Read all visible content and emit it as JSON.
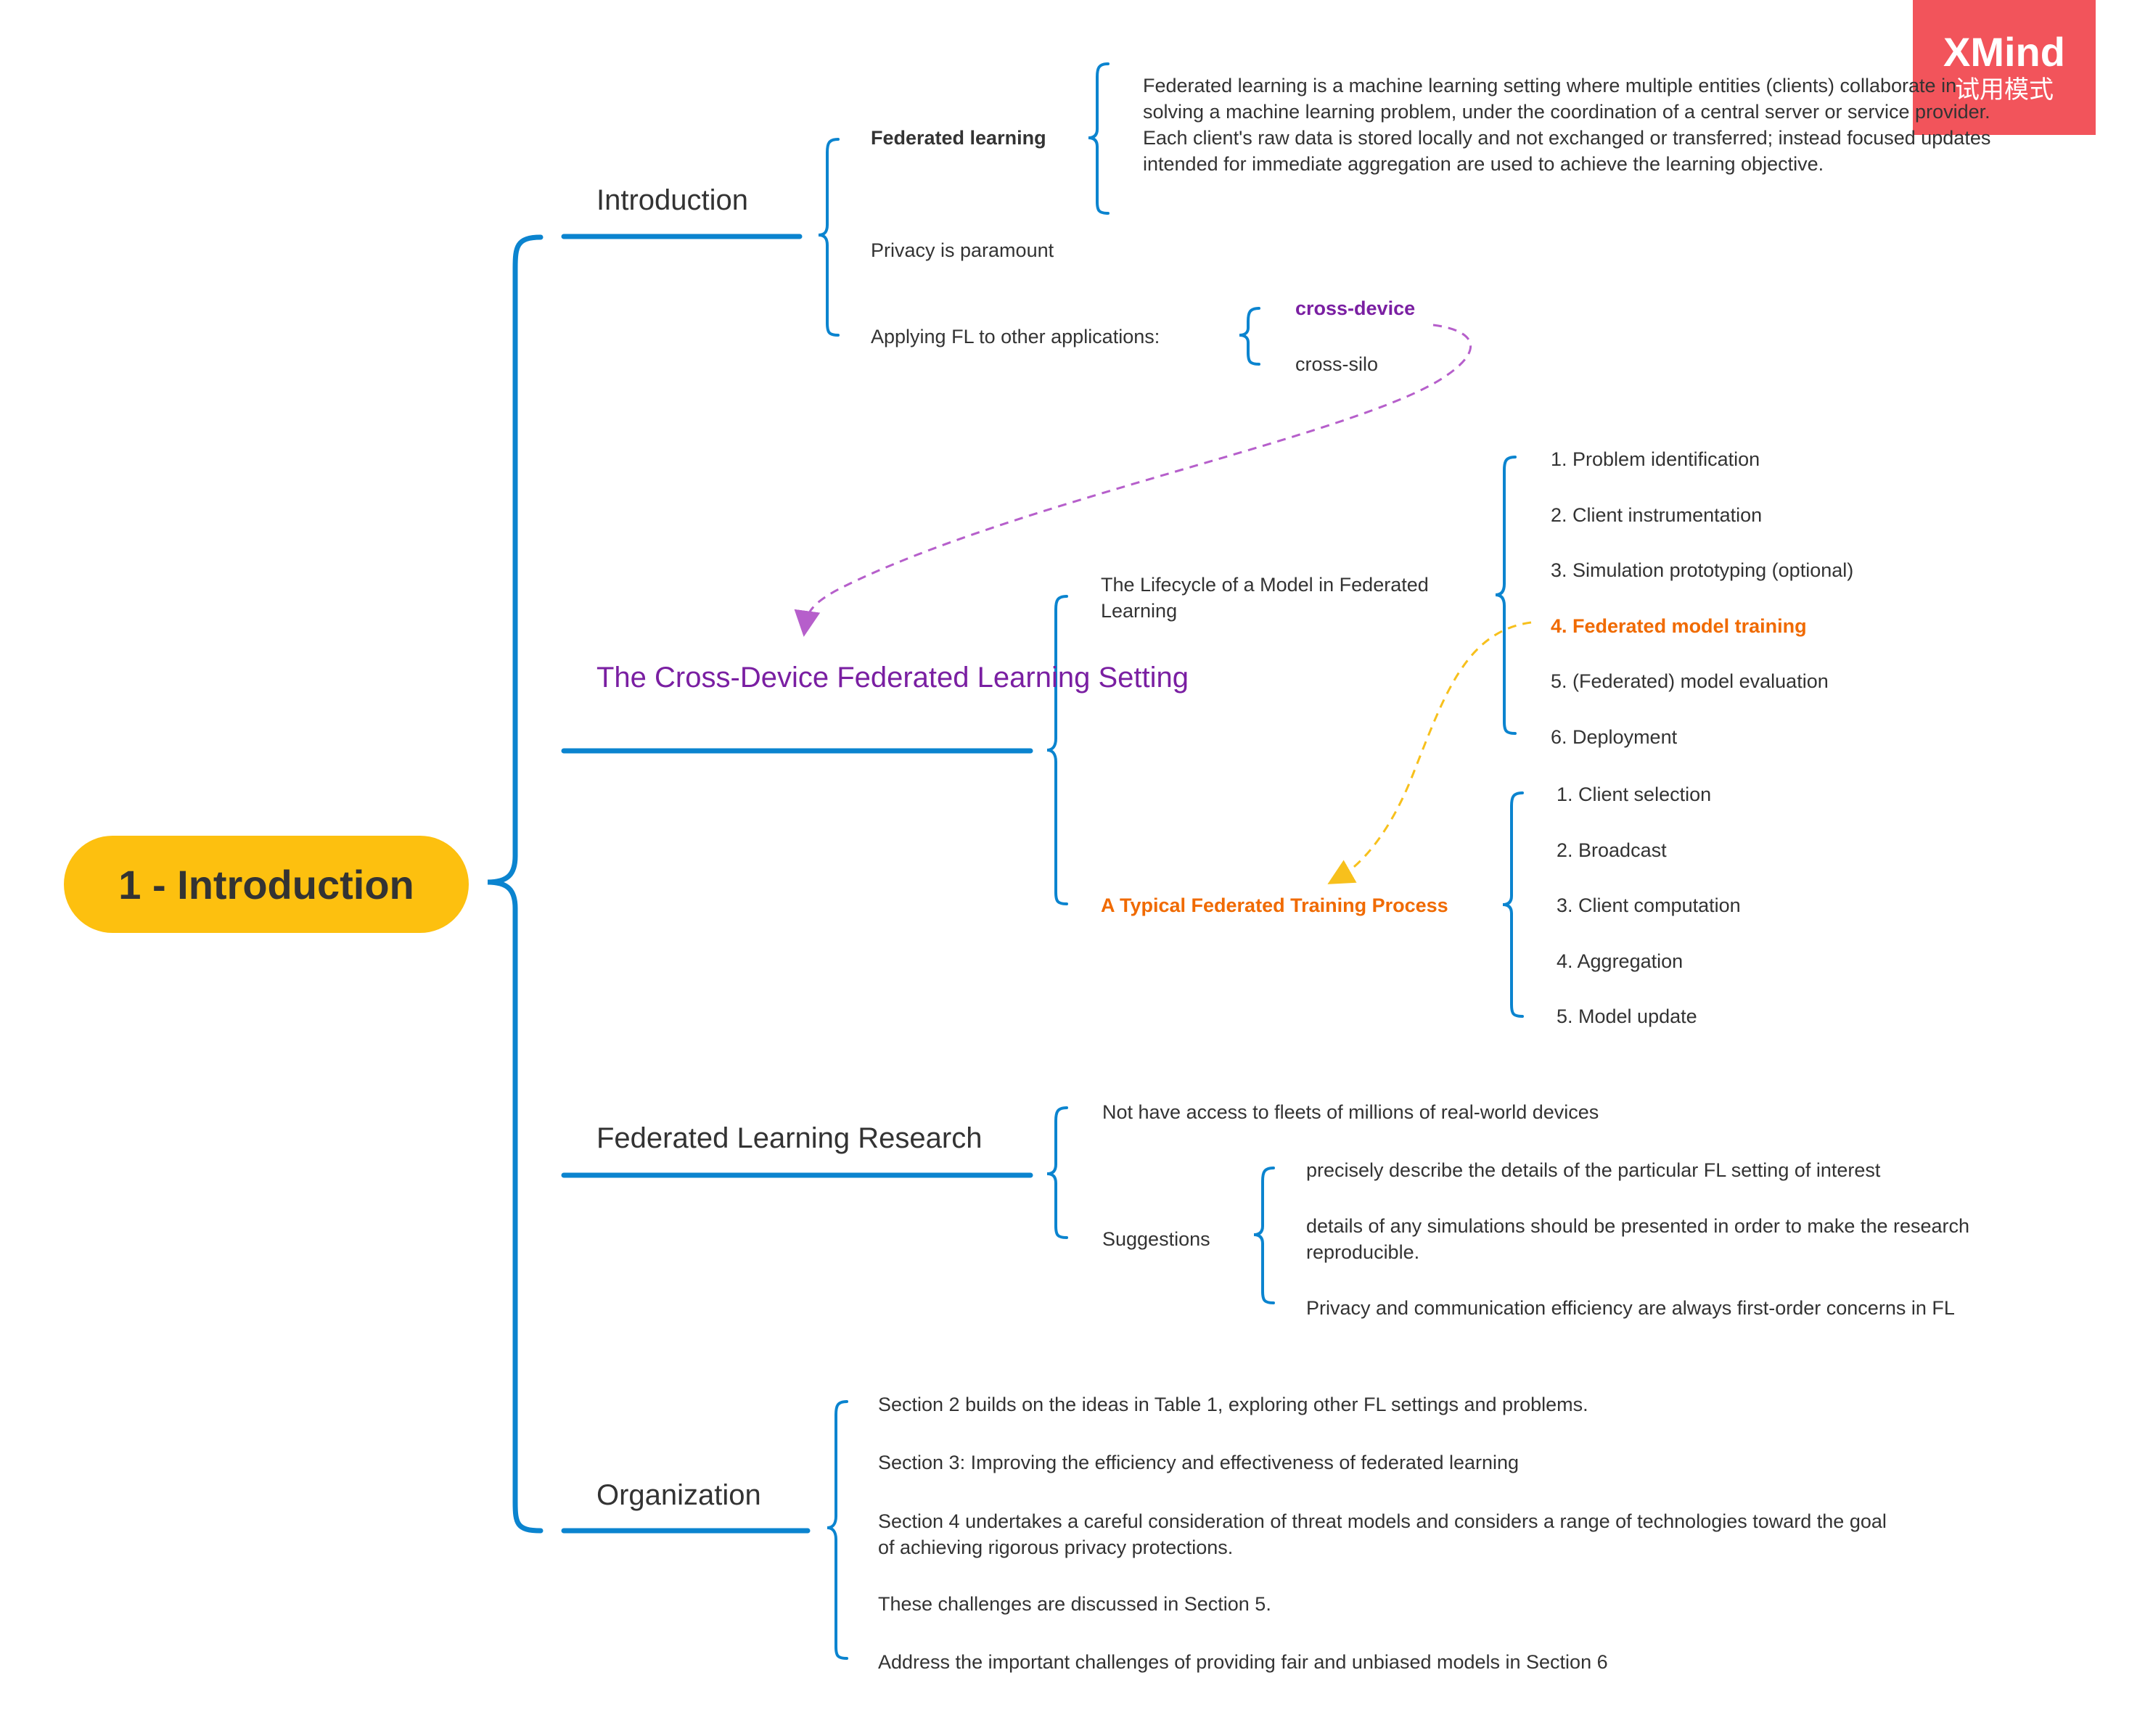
{
  "watermark": {
    "brand": "XMind",
    "mode": "试用模式"
  },
  "root": {
    "label": "1 - Introduction"
  },
  "colors": {
    "root_fill": "#fdc00f",
    "connector": "#0b84cf",
    "purple": "#7a1fa2",
    "orange": "#f06a00",
    "badge": "#f2545b",
    "relation_purple": "#b65fcb",
    "relation_yellow": "#f7c01c"
  },
  "branches": {
    "introduction": {
      "label": "Introduction",
      "federated_learning": {
        "label": "Federated learning",
        "definition": "Federated learning is a machine learning setting where multiple entities (clients) collaborate in solving a machine learning problem, under the coordination of a central server or service provider. Each client's raw data is stored locally and not exchanged or transferred; instead focused updates intended for immediate aggregation are used to achieve the learning objective."
      },
      "privacy": "Privacy is paramount",
      "applying": {
        "label": "Applying FL to other applications:",
        "items": [
          "cross-device",
          "cross-silo"
        ]
      }
    },
    "cross_device": {
      "label": "The Cross-Device Federated Learning Setting",
      "lifecycle": {
        "label": "The Lifecycle of a Model in Federated Learning",
        "steps": [
          "1. Problem identification",
          "2. Client instrumentation",
          "3. Simulation prototyping (optional)",
          "4. Federated model training",
          "5. (Federated) model evaluation",
          "6. Deployment"
        ]
      },
      "training_process": {
        "label": "A Typical Federated Training Process",
        "steps": [
          "1. Client selection",
          "2. Broadcast",
          "3. Client computation",
          "4. Aggregation",
          "5. Model update"
        ]
      }
    },
    "research": {
      "label": "Federated Learning Research",
      "no_access": "Not have access to fleets of millions of real-world devices",
      "suggestions": {
        "label": "Suggestions",
        "items": [
          "precisely describe the details of the particular FL setting of interest",
          "details of any simulations should be presented in order to make the research reproducible.",
          "Privacy and communication efficiency are always first-order concerns in FL"
        ]
      }
    },
    "organization": {
      "label": "Organization",
      "items": [
        "Section 2 builds on the ideas in Table 1, exploring other FL settings and problems.",
        "Section 3: Improving the efficiency and effectiveness of federated learning",
        "Section 4 undertakes a careful consideration of threat models and considers a range of technologies toward the goal of achieving rigorous privacy protections.",
        "These challenges are discussed in Section 5.",
        "Address the important challenges of providing fair and unbiased models in Section 6"
      ]
    }
  }
}
